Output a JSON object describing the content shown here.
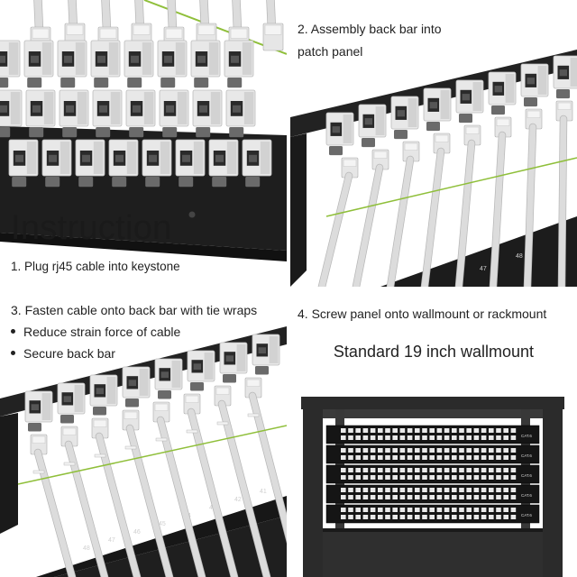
{
  "title": "Instruction",
  "steps": {
    "s1": "1. Plug rj45 cable into keystone",
    "s2": "2. Assembly back bar into patch panel",
    "s3": "3. Fasten cable onto back bar with tie wraps",
    "s3_bullets": [
      "Reduce strain force of cable",
      "Secure back bar"
    ],
    "s4": "4. Screw panel onto wallmount or rackmount"
  },
  "wallmount_title": "Standard 19 inch wallmount",
  "port_numbers_q2": [
    "47",
    "48"
  ],
  "port_numbers_q3": [
    "48",
    "47",
    "46",
    "45",
    "44",
    "43",
    "42",
    "41"
  ],
  "panel_label": "CAT.6",
  "colors": {
    "keystone": "#e8e8e8",
    "keystone_shadow": "#bcbcbc",
    "latch": "#6a6a6a",
    "bar": "#222222",
    "cable": "#dcdcdc",
    "rack": "#2b2b2b"
  }
}
